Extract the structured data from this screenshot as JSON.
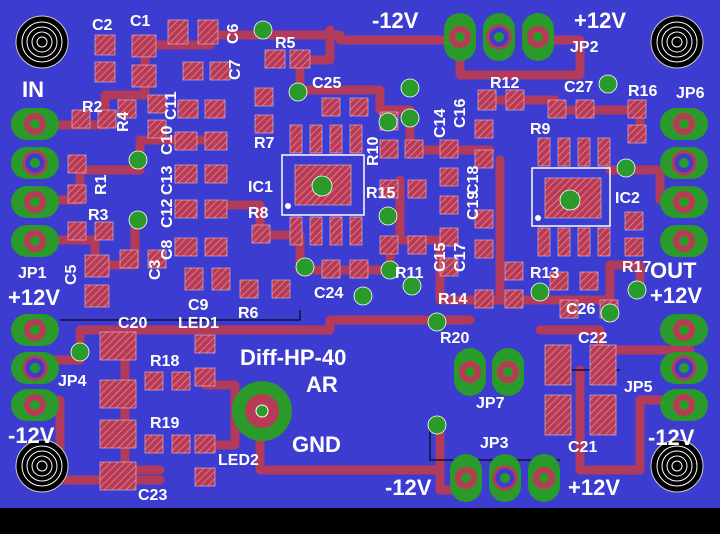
{
  "board": {
    "title": "Diff-HP-40",
    "subtitle": "AR",
    "gnd_label": "GND",
    "colors": {
      "copper_fill": "#3c3cd0",
      "trace": "#b23a5a",
      "pad": "#b83a55",
      "via": "#1e8a2a",
      "silk": "#ffffff",
      "background": "#000000"
    }
  },
  "silk_labels": {
    "in": "IN",
    "out": "OUT",
    "neg12_top": "-12V",
    "pos12_top": "+12V",
    "neg12_bottom": "-12V",
    "pos12_bottom": "+12V",
    "pos12_left": "+12V",
    "neg12_left": "-12V",
    "pos12_right": "+12V",
    "neg12_right": "-12V"
  },
  "components": {
    "C1": "C1",
    "C2": "C2",
    "C3": "C3",
    "C5": "C5",
    "C6": "C6",
    "C7": "C7",
    "C8": "C8",
    "C9": "C9",
    "C10": "C10",
    "C11": "C11",
    "C12": "C12",
    "C13": "C13",
    "C14": "C14",
    "C15": "C15",
    "C16": "C16",
    "C17": "C17",
    "C18": "C18",
    "C19": "C19",
    "C20": "C20",
    "C21": "C21",
    "C22": "C22",
    "C23": "C23",
    "C24": "C24",
    "C25": "C25",
    "C26": "C26",
    "C27": "C27",
    "R1": "R1",
    "R2": "R2",
    "R3": "R3",
    "R4": "R4",
    "R5": "R5",
    "R6": "R6",
    "R7": "R7",
    "R8": "R8",
    "R9": "R9",
    "R10": "R10",
    "R11": "R11",
    "R12": "R12",
    "R13": "R13",
    "R14": "R14",
    "R15": "R15",
    "R16": "R16",
    "R17": "R17",
    "R18": "R18",
    "R19": "R19",
    "R20": "R20",
    "IC1": "IC1",
    "IC2": "IC2",
    "JP1": "JP1",
    "JP2": "JP2",
    "JP3": "JP3",
    "JP4": "JP4",
    "JP5": "JP5",
    "JP6": "JP6",
    "JP7": "JP7",
    "LED1": "LED1",
    "LED2": "LED2"
  }
}
